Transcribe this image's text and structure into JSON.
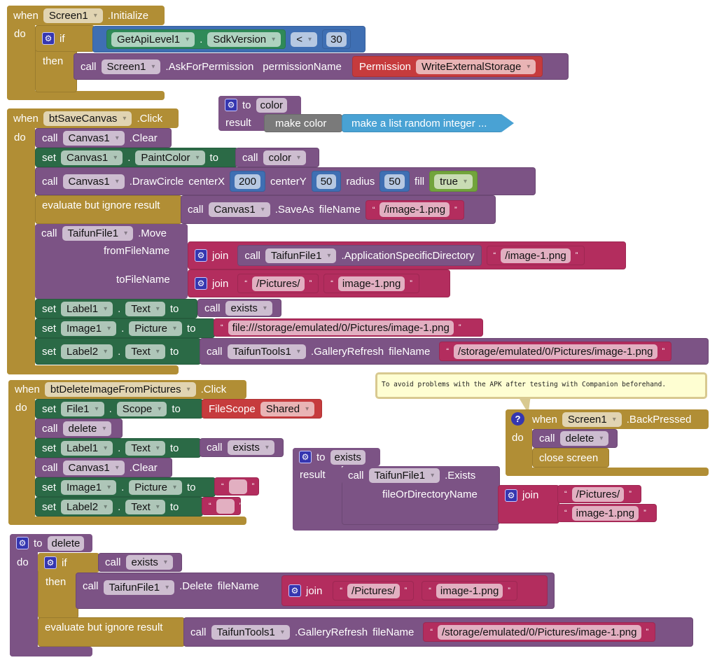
{
  "kw": {
    "when": "when",
    "do": "do",
    "call": "call",
    "set": "set",
    "to": "to",
    "if": "if",
    "then": "then",
    "result": "result",
    "join": "join",
    "dot": ".",
    "evaluate": "evaluate but ignore result"
  },
  "initialize": {
    "component": "Screen1",
    "event": ".Initialize",
    "api_component": "GetApiLevel1",
    "api_prop": "SdkVersion",
    "op": "<",
    "value": "30",
    "target": "Screen1",
    "method": ".AskForPermission",
    "param": "permissionName",
    "perm_label": "Permission",
    "perm_value": "WriteExternalStorage"
  },
  "color_proc": {
    "name": "color",
    "make_color": "make color",
    "list": "make a list random integer ..."
  },
  "save_click": {
    "component": "btSaveCanvas",
    "event": ".Click",
    "clear": {
      "target": "Canvas1",
      "method": ".Clear"
    },
    "paint": {
      "target": "Canvas1",
      "prop": "PaintColor",
      "proc": "color"
    },
    "circle": {
      "target": "Canvas1",
      "method": ".DrawCircle",
      "p1": "centerX",
      "v1": "200",
      "p2": "centerY",
      "v2": "50",
      "p3": "radius",
      "v3": "50",
      "p4": "fill",
      "v4": "true"
    },
    "saveas": {
      "target": "Canvas1",
      "method": ".SaveAs",
      "param": "fileName",
      "value": "/image-1.png"
    },
    "move": {
      "target": "TaifunFile1",
      "method": ".Move",
      "from": "fromFileName",
      "to": "toFileName",
      "dir_target": "TaifunFile1",
      "dir_method": ".ApplicationSpecificDirectory",
      "s1": "/image-1.png",
      "s2": "/Pictures/",
      "s3": "image-1.png"
    },
    "label1": {
      "target": "Label1",
      "prop": "Text",
      "proc": "exists"
    },
    "image1": {
      "target": "Image1",
      "prop": "Picture",
      "value": "file:///storage/emulated/0/Pictures/image-1.png"
    },
    "label2": {
      "target": "Label2",
      "prop": "Text",
      "tool": "TaifunTools1",
      "method": ".GalleryRefresh",
      "param": "fileName",
      "value": "/storage/emulated/0/Pictures/image-1.png"
    }
  },
  "comment": "To avoid problems with the APK after testing with Companion beforehand.",
  "back": {
    "component": "Screen1",
    "event": ".BackPressed",
    "proc": "delete",
    "close": "close screen"
  },
  "delete_click": {
    "component": "btDeleteImageFromPictures",
    "event": ".Click",
    "file": {
      "target": "File1",
      "prop": "Scope",
      "scope_label": "FileScope",
      "scope_value": "Shared"
    },
    "proc": "delete",
    "label1": {
      "target": "Label1",
      "prop": "Text",
      "proc": "exists"
    },
    "clear": {
      "target": "Canvas1",
      "method": ".Clear"
    },
    "image1": {
      "target": "Image1",
      "prop": "Picture"
    },
    "label2": {
      "target": "Label2",
      "prop": "Text"
    }
  },
  "exists_proc": {
    "name": "exists",
    "target": "TaifunFile1",
    "method": ".Exists",
    "param": "fileOrDirectoryName",
    "s1": "/Pictures/",
    "s2": "image-1.png"
  },
  "delete_proc": {
    "name": "delete",
    "cond": "exists",
    "target": "TaifunFile1",
    "method": ".Delete",
    "param": "fileName",
    "s1": "/Pictures/",
    "s2": "image-1.png",
    "tool": "TaifunTools1",
    "tmethod": ".GalleryRefresh",
    "tparam": "fileName",
    "tvalue": "/storage/emulated/0/Pictures/image-1.png"
  }
}
